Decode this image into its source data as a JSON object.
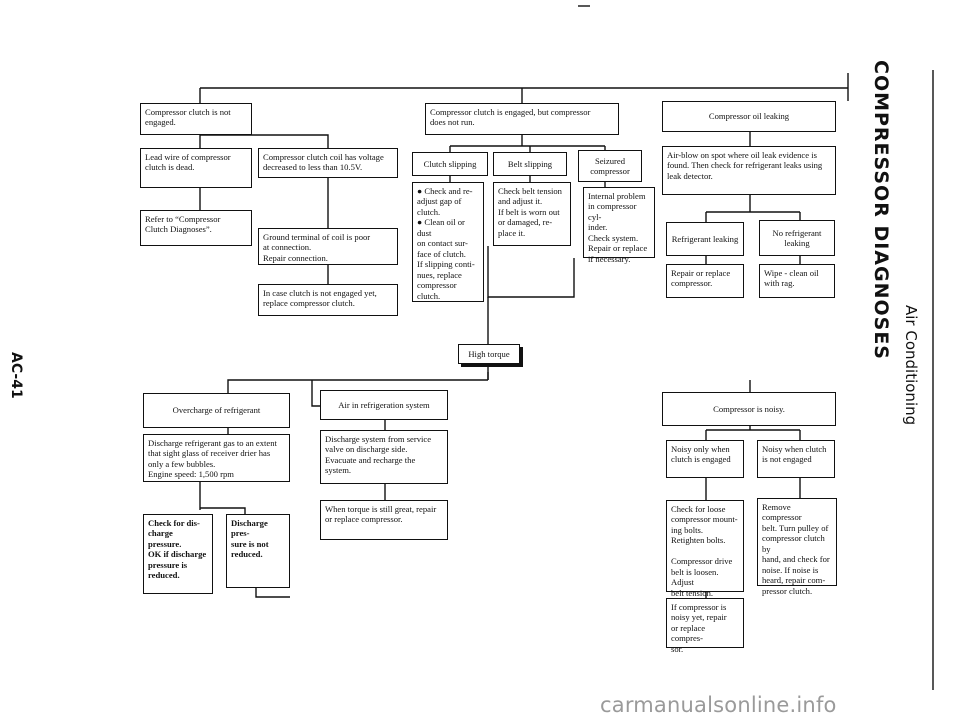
{
  "page": {
    "title": "COMPRESSOR DIAGNOSES",
    "section": "Air Conditioning",
    "page_number": "AC-41",
    "watermark": "carmanualsonline.info"
  },
  "nodes": {
    "clutch_not_engaged": "Compressor clutch is not\nengaged.",
    "lead_wire_dead": "Lead wire of compressor\nclutch is dead.",
    "refer_clutch_diag": "Refer to “Compressor\nClutch Diagnoses”.",
    "coil_voltage_low": "Compressor clutch coil has voltage\ndecreased to less than 10.5V.",
    "ground_terminal_poor": "Ground terminal of coil is poor\nat connection.\nRepair connection.",
    "replace_clutch": "In case clutch is not engaged yet,\nreplace compressor clutch.",
    "engaged_not_run": "Compressor clutch is engaged, but compressor\ndoes not run.",
    "clutch_slipping": "Clutch slipping",
    "belt_slipping": "Belt slipping",
    "seizured": "Seizured\ncompressor",
    "check_adjust_gap": "● Check and re-\n   adjust gap of\n   clutch.\n● Clean oil or dust\n   on contact sur-\n   face of clutch.\nIf slipping conti-\nnues, replace\ncompressor\nclutch.",
    "check_belt_tension": "Check belt tension\nand adjust it.\nIf belt is worn out\nor damaged, re-\nplace it.",
    "internal_problem": "Internal problem\nin compressor cyl-\ninder.\nCheck system.\nRepair or replace\nif necessary.",
    "oil_leaking": "Compressor oil leaking",
    "air_blow": "Air-blow on spot where oil leak evidence is\nfound. Then check for refrigerant leaks using\nleak detector.",
    "refrigerant_leaking": "Refrigerant leaking",
    "no_refrigerant_leaking": "No refrigerant\nleaking",
    "repair_replace_compressor": "Repair or replace\ncompressor.",
    "wipe_clean": "Wipe - clean oil\nwith rag.",
    "high_torque": "High torque",
    "overcharge": "Overcharge of refrigerant",
    "discharge_gas": "Discharge refrigerant gas to an extent\nthat sight glass of receiver drier has\nonly a few bubbles.\nEngine speed: 1,500 rpm",
    "check_discharge_pressure": "Check for dis-\ncharge pressure.\nOK if discharge\npressure is\nreduced.",
    "pressure_not_reduced": "Discharge pres-\nsure is not\nreduced.",
    "air_in_system": "Air in refrigeration system",
    "discharge_system": "Discharge system from service\nvalve on discharge side.\nEvacuate and recharge the\nsystem.",
    "torque_still_great": "When torque is still great, repair\nor replace compressor.",
    "noisy": "Compressor is noisy.",
    "noisy_engaged": "Noisy only when\nclutch is engaged",
    "noisy_not_engaged": "Noisy when clutch\nis not engaged",
    "check_loose_bolts": "Check for loose\ncompressor mount-\ning bolts.\nRetighten bolts.\n\nCompressor drive\nbelt is loosen. Adjust\nbelt tension.",
    "remove_belt": "Remove compressor\nbelt. Turn pulley of\ncompressor clutch by\nhand, and check for\nnoise. If noise is\nheard, repair com-\npressor clutch.",
    "still_noisy": "If compressor is\nnoisy yet, repair\nor replace compres-\nsor."
  }
}
